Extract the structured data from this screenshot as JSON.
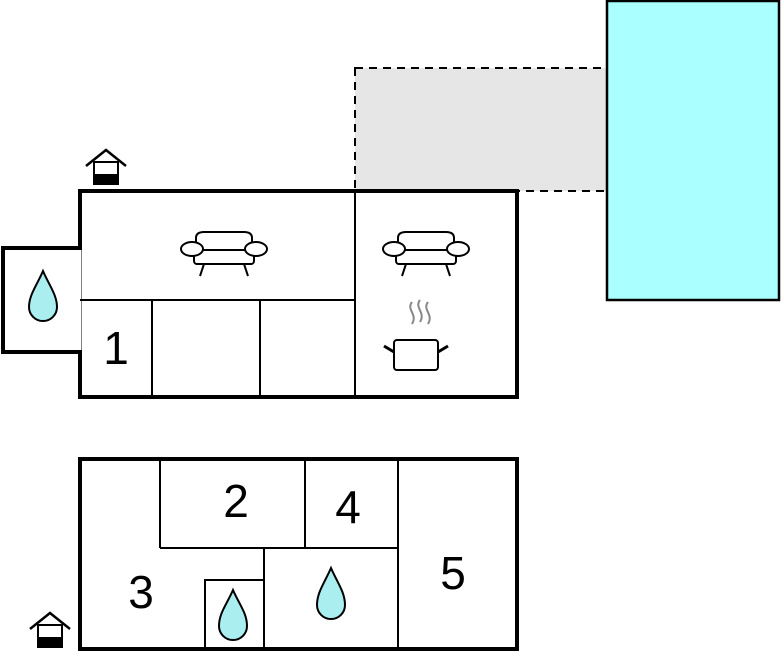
{
  "floorplan": {
    "building_a": {
      "rooms": [
        {
          "number": "1"
        }
      ],
      "icons": [
        "entrance-icon",
        "bathroom-icon",
        "sofa-icon",
        "sofa-icon",
        "kitchen-icon"
      ]
    },
    "building_b": {
      "rooms": [
        {
          "number": "2"
        },
        {
          "number": "4"
        },
        {
          "number": "3"
        },
        {
          "number": "5"
        }
      ],
      "icons": [
        "entrance-icon",
        "bathroom-icon",
        "bathroom-icon"
      ]
    },
    "outdoor": {
      "icons": [
        "terrace-area",
        "swimming-pool"
      ]
    },
    "colors": {
      "wall": "#000000",
      "pool": "#aaffff",
      "terrace": "#e6e6e6",
      "water": "#aaeef0"
    }
  }
}
